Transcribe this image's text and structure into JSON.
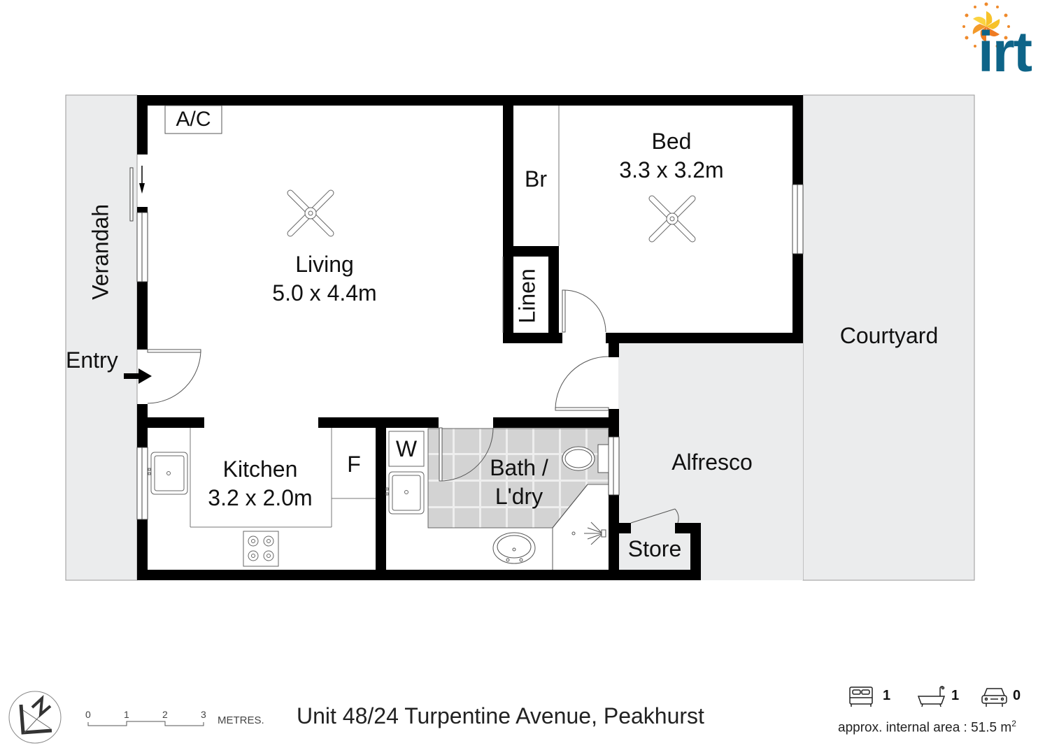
{
  "logo": {
    "text": "irt",
    "colors": {
      "sun_yellow": "#f7c22a",
      "sun_orange": "#ef7b22",
      "text_blue": "#0e6488"
    }
  },
  "rooms": {
    "living": {
      "name": "Living",
      "dims": "5.0 x 4.4m"
    },
    "bed": {
      "name": "Bed",
      "dims": "3.3 x 3.2m"
    },
    "kitchen": {
      "name": "Kitchen",
      "dims": "3.2 x 2.0m"
    },
    "bath": {
      "name": "Bath /",
      "name2": "L'dry"
    },
    "alfresco": {
      "name": "Alfresco"
    },
    "courtyard": {
      "name": "Courtyard"
    },
    "verandah": {
      "name": "Verandah"
    },
    "store": {
      "name": "Store"
    },
    "linen": {
      "name": "Linen"
    },
    "br": {
      "name": "Br"
    },
    "ac": {
      "name": "A/C"
    },
    "fridge": {
      "name": "F"
    },
    "washer": {
      "name": "W"
    },
    "entry": {
      "name": "Entry"
    }
  },
  "footer": {
    "address": "Unit 48/24 Turpentine Avenue, Peakhurst",
    "scale": {
      "ticks": [
        "0",
        "1",
        "2",
        "3"
      ],
      "unit": "METRES."
    },
    "stats": {
      "bedrooms": "1",
      "bathrooms": "1",
      "car_spaces": "0"
    },
    "area_label": "approx. internal area : 51.5 m",
    "area_sup": "2"
  },
  "colors": {
    "wall": "#000000",
    "outdoor": "#ebeced",
    "tile": "#d3d3d3",
    "tile_grout": "#eeeeee"
  }
}
